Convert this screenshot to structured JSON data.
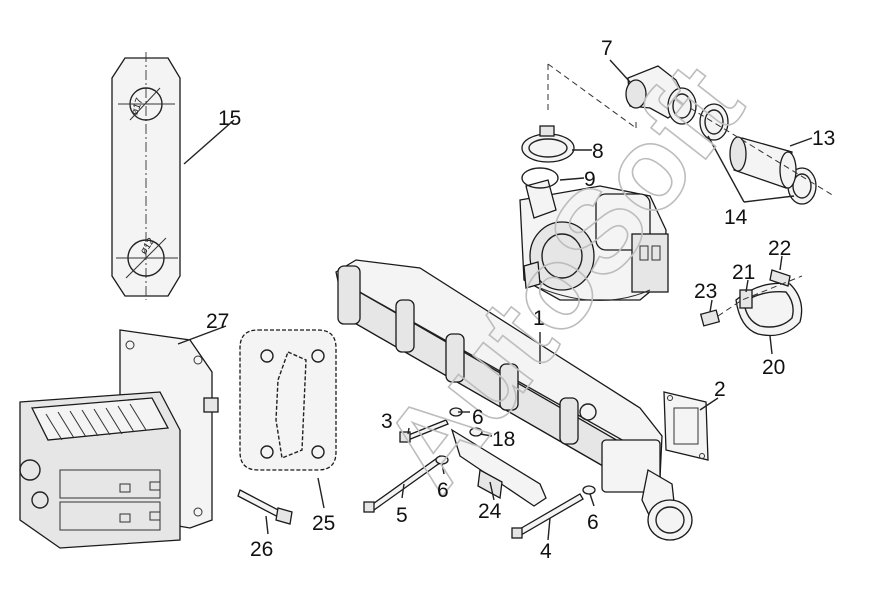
{
  "watermark": "AutoSoft",
  "dimension_labels": [
    {
      "id": "15-top",
      "text": "ø17"
    },
    {
      "id": "15-bottom",
      "text": "ø12"
    }
  ],
  "callouts": [
    {
      "id": "1",
      "label": "1"
    },
    {
      "id": "2",
      "label": "2"
    },
    {
      "id": "3",
      "label": "3"
    },
    {
      "id": "4",
      "label": "4"
    },
    {
      "id": "5",
      "label": "5"
    },
    {
      "id": "6a",
      "label": "6"
    },
    {
      "id": "6b",
      "label": "6"
    },
    {
      "id": "6c",
      "label": "6"
    },
    {
      "id": "7",
      "label": "7"
    },
    {
      "id": "8",
      "label": "8"
    },
    {
      "id": "9",
      "label": "9"
    },
    {
      "id": "13",
      "label": "13"
    },
    {
      "id": "14",
      "label": "14"
    },
    {
      "id": "15",
      "label": "15"
    },
    {
      "id": "18",
      "label": "18"
    },
    {
      "id": "20",
      "label": "20"
    },
    {
      "id": "21",
      "label": "21"
    },
    {
      "id": "22",
      "label": "22"
    },
    {
      "id": "23",
      "label": "23"
    },
    {
      "id": "24",
      "label": "24"
    },
    {
      "id": "25",
      "label": "25"
    },
    {
      "id": "26",
      "label": "26"
    },
    {
      "id": "27",
      "label": "27"
    }
  ]
}
